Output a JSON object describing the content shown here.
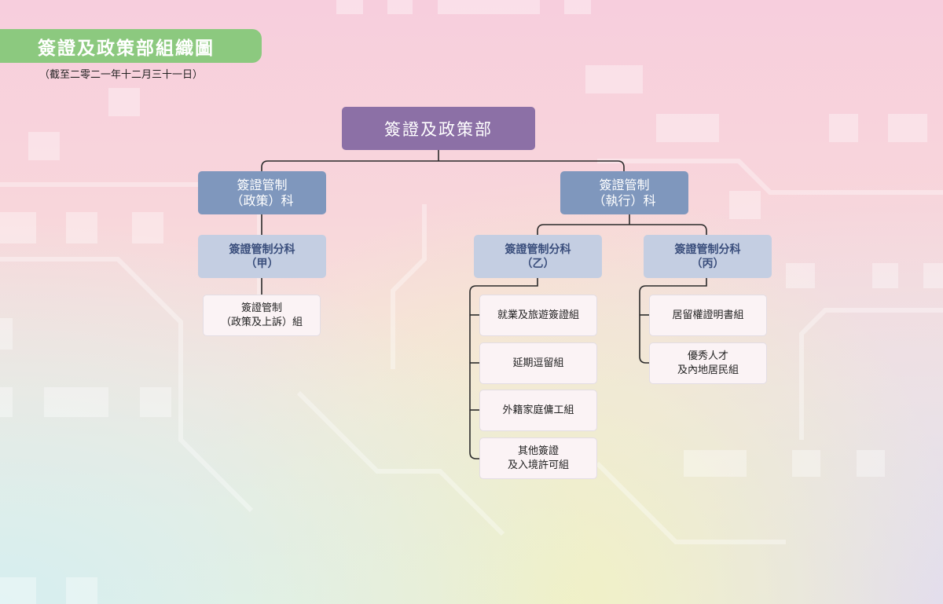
{
  "title": "簽證及政策部組織圖",
  "subtitle": "（截至二零二一年十二月三十一日）",
  "root": "簽證及政策部",
  "sections": [
    {
      "line1": "簽證管制",
      "line2": "（政策）科",
      "subsections": [
        {
          "line1": "簽證管制分科",
          "line2": "（甲）",
          "units": [
            {
              "line1": "簽證管制",
              "line2": "（政策及上訴）組"
            }
          ]
        }
      ]
    },
    {
      "line1": "簽證管制",
      "line2": "（執行）科",
      "subsections": [
        {
          "line1": "簽證管制分科",
          "line2": "（乙）",
          "units": [
            {
              "line1": "就業及旅遊簽證組",
              "line2": ""
            },
            {
              "line1": "延期逗留組",
              "line2": ""
            },
            {
              "line1": "外籍家庭傭工組",
              "line2": ""
            },
            {
              "line1": "其他簽證",
              "line2": "及入境許可組"
            }
          ]
        },
        {
          "line1": "簽證管制分科",
          "line2": "（丙）",
          "units": [
            {
              "line1": "居留權證明書組",
              "line2": ""
            },
            {
              "line1": "優秀人才",
              "line2": "及內地居民組"
            }
          ]
        }
      ]
    }
  ],
  "colors": {
    "title_banner": "#8cc97f",
    "root": "#8c70a6",
    "section": "#7f97bd",
    "subsection": "#c4cee2",
    "unit": "#fbf3f5",
    "connector": "#2a2a2a"
  }
}
